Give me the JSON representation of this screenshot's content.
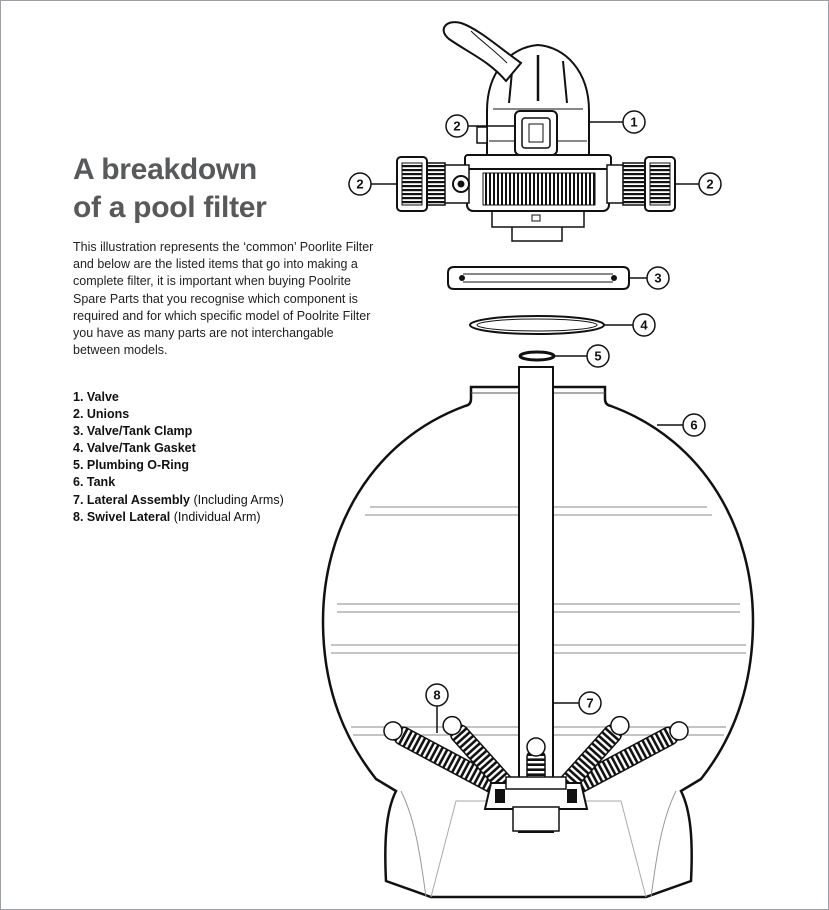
{
  "heading": {
    "line1": "A breakdown",
    "line2": "of a pool filter"
  },
  "intro_lines": [
    "This illustration represents the ‘common’ Poorlite Filter",
    "and below are the listed items that go into making a",
    "complete filter, it is important when buying Poolrite",
    "Spare Parts that you recognise which component is",
    "required and for which specific model of Poolrite Filter",
    "you have as many parts are not interchangable",
    "between models."
  ],
  "parts": [
    {
      "label": "1. Valve",
      "note": ""
    },
    {
      "label": "2. Unions",
      "note": ""
    },
    {
      "label": "3. Valve/Tank Clamp",
      "note": ""
    },
    {
      "label": "4. Valve/Tank Gasket",
      "note": ""
    },
    {
      "label": "5. Plumbing O-Ring",
      "note": ""
    },
    {
      "label": "6. Tank",
      "note": ""
    },
    {
      "label": "7. Lateral Assembly",
      "note": " (Including Arms)"
    },
    {
      "label": "8. Swivel Lateral",
      "note": " (Individual Arm)"
    }
  ],
  "callouts": {
    "valve": "1",
    "union_top": "2",
    "union_left": "2",
    "union_right": "2",
    "clamp": "3",
    "gasket": "4",
    "oring": "5",
    "tank": "6",
    "lateral_assembly": "7",
    "swivel_lateral": "8"
  }
}
